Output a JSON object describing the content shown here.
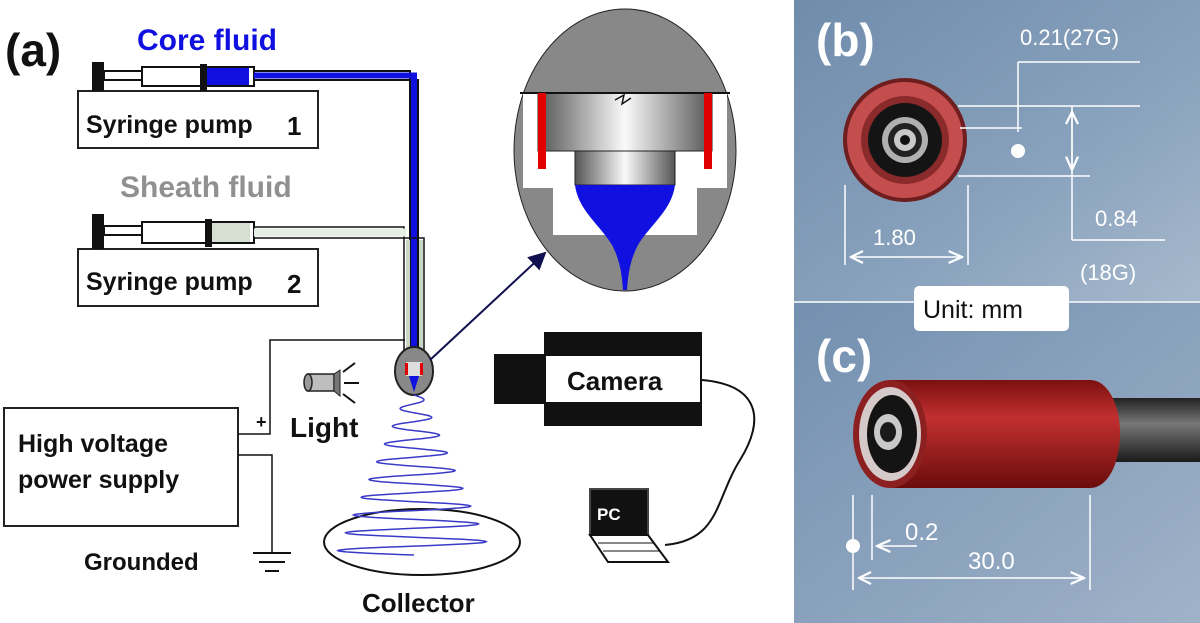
{
  "panel_a": {
    "label": "(a)",
    "core_fluid": "Core fluid",
    "sheath_fluid": "Sheath fluid",
    "pump1": {
      "name": "Syringe pump",
      "num": "1"
    },
    "pump2": {
      "name": "Syringe pump",
      "num": "2"
    },
    "light": "Light",
    "camera": "Camera",
    "pc": "PC",
    "power_supply": [
      "High voltage",
      "power supply"
    ],
    "plus": "+",
    "grounded": "Grounded",
    "collector": "Collector"
  },
  "panel_b": {
    "label": "(b)",
    "dim_inner": "0.21(27G)",
    "dim_outer": "1.80",
    "dim_mid": "0.84",
    "dim_mid_gauge": "(18G)",
    "unit": "Unit: mm"
  },
  "panel_c": {
    "label": "(c)",
    "dim_gap": "0.2",
    "dim_length": "30.0"
  },
  "colors": {
    "core": "#1010e0",
    "sheath": "#888888",
    "red": "#e00000",
    "photo_bg": "#7c95b4"
  }
}
